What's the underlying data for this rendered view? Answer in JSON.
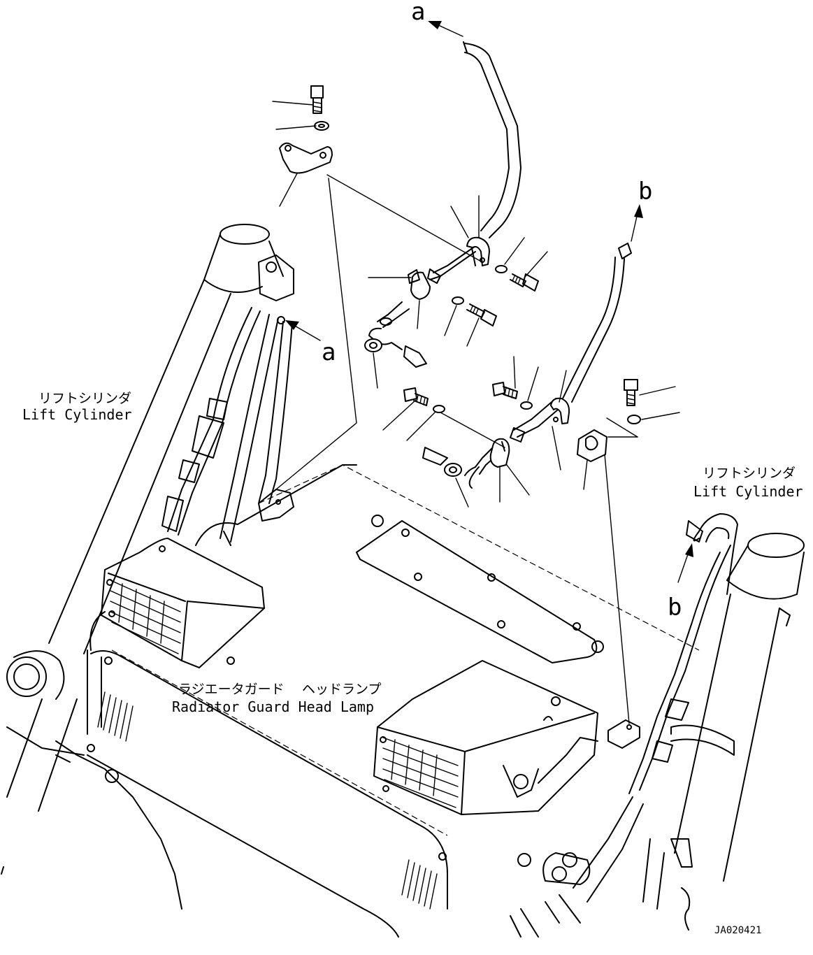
{
  "callouts": {
    "a_top": "a",
    "a_side": "a",
    "b_top": "b",
    "b_side": "b"
  },
  "labels": {
    "lift_cylinder_left_jp": "リフトシリンダ",
    "lift_cylinder_left_en": "Lift Cylinder",
    "lift_cylinder_right_jp": "リフトシリンダ",
    "lift_cylinder_right_en": "Lift Cylinder",
    "radiator_guard_jp": "ラジエータガード",
    "head_lamp_jp": "ヘッドランプ",
    "radiator_guard_head_lamp_en": "Radiator Guard Head Lamp"
  },
  "drawing_id": "JA020421"
}
